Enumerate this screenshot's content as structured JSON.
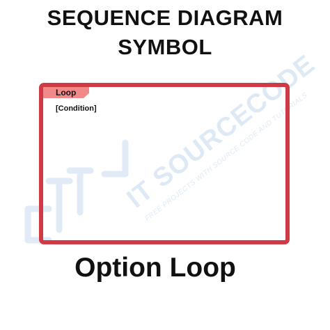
{
  "title": {
    "line1": "SEQUENCE DIAGRAM",
    "line2": "SYMBOL"
  },
  "frame": {
    "tab_label": "Loop",
    "condition": "[Condition]",
    "border_color": "#cf3a45",
    "tab_color": "#f08a8a"
  },
  "caption": "Option Loop",
  "watermark": {
    "brand": "IT SOURCECODE",
    "tagline": "FREE PROJECTS WITH SOURCE CODE AND TUTORIALS",
    "color": "#dbe7f6"
  }
}
